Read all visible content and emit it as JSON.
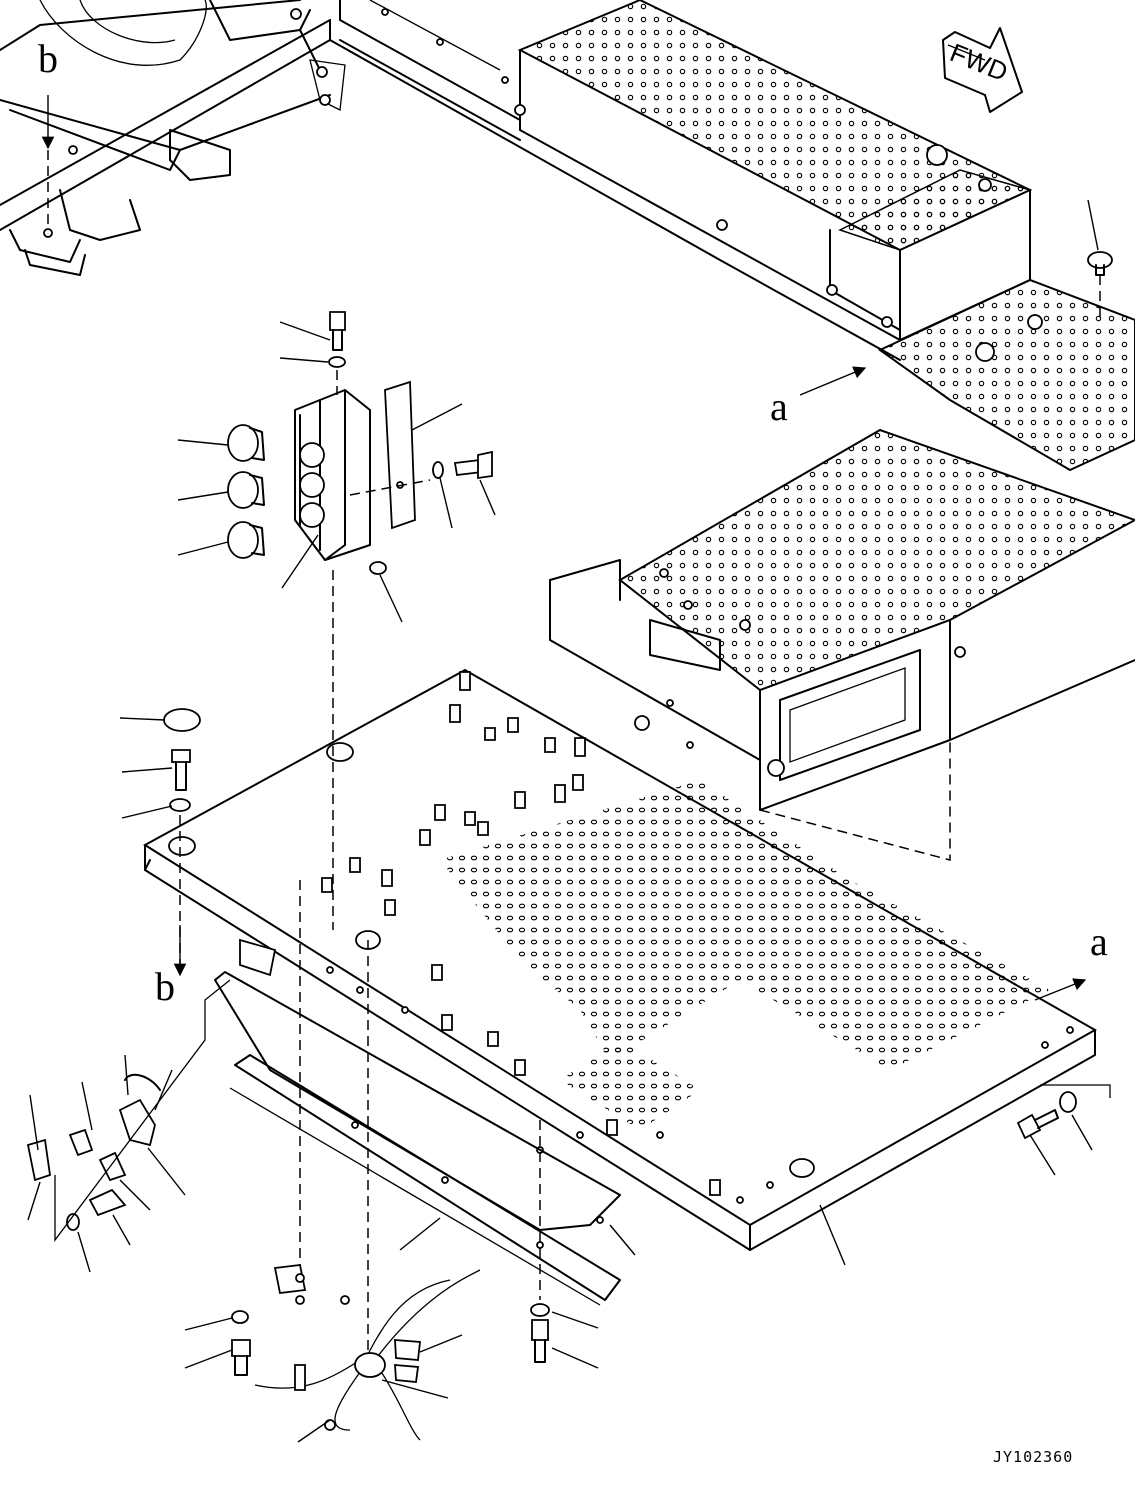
{
  "diagram": {
    "direction_marker": "FWD",
    "view_labels": {
      "a_top": "a",
      "a_right": "a",
      "b_top": "b",
      "b_left": "b"
    },
    "drawing_code": "JY102360"
  }
}
